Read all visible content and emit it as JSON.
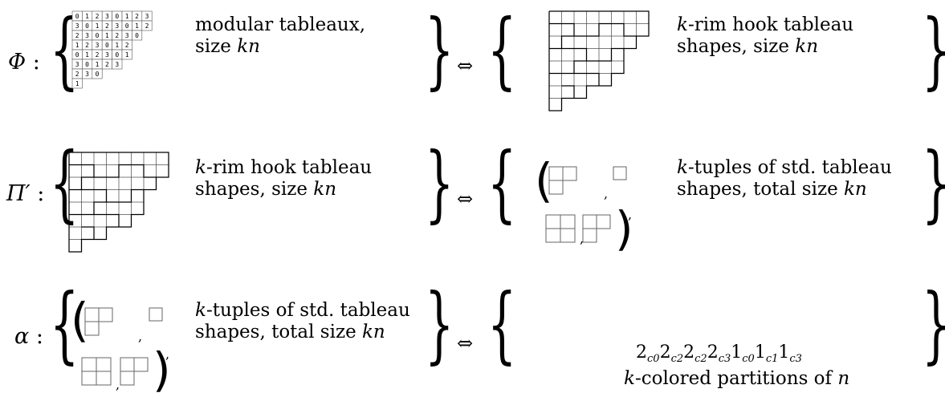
{
  "rows": [
    {
      "map_symbol": "Φ",
      "left_text": [
        "modular tableaux,",
        "size kn"
      ],
      "right_text": [
        "k-rim hook tableau",
        "shapes, size kn"
      ],
      "equiv": "⇔"
    },
    {
      "map_symbol": "Π′",
      "left_text": [
        "k-rim hook tableau",
        "shapes, size kn"
      ],
      "right_text": [
        "k-tuples of std. tableau",
        "shapes, total size kn"
      ],
      "equiv": "⇔"
    },
    {
      "map_symbol": "α",
      "left_text": [
        "k-tuples of std. tableau",
        "shapes, total size kn"
      ],
      "right_text": [
        "k-colored partitions of n"
      ],
      "equiv": "⇔"
    }
  ],
  "colon": ":",
  "modular_tableau": [
    [
      "0",
      "1",
      "2",
      "3",
      "0",
      "1",
      "2",
      "3"
    ],
    [
      "3",
      "0",
      "1",
      "2",
      "3",
      "0",
      "1",
      "2"
    ],
    [
      "2",
      "3",
      "0",
      "1",
      "2",
      "3",
      "0"
    ],
    [
      "1",
      "2",
      "3",
      "0",
      "1",
      "2"
    ],
    [
      "0",
      "1",
      "2",
      "3",
      "0",
      "1"
    ],
    [
      "3",
      "0",
      "1",
      "2",
      "3"
    ],
    [
      "2",
      "3",
      "0"
    ],
    [
      "1"
    ]
  ],
  "colored_partition": [
    {
      "part": "2",
      "color": "c0"
    },
    {
      "part": "2",
      "color": "c2"
    },
    {
      "part": "2",
      "color": "c2"
    },
    {
      "part": "2",
      "color": "c3"
    },
    {
      "part": "1",
      "color": "c0"
    },
    {
      "part": "1",
      "color": "c1"
    },
    {
      "part": "1",
      "color": "c3"
    }
  ],
  "tuple_commas": [
    ",",
    ",",
    ","
  ]
}
